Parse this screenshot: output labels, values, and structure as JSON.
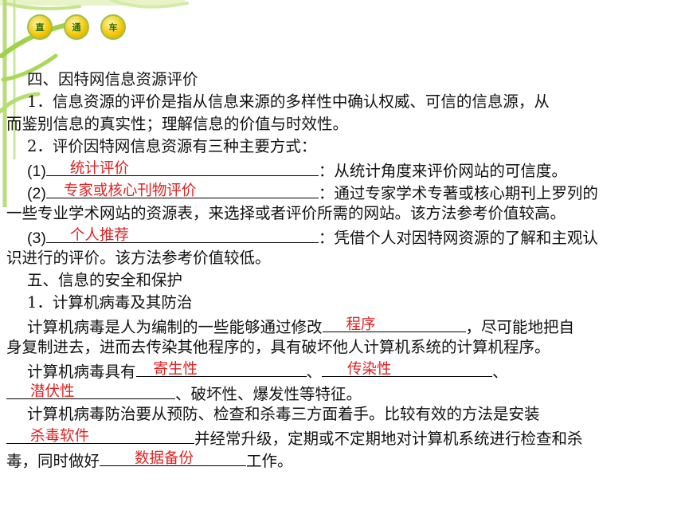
{
  "header_badges": [
    "直",
    "通",
    "车"
  ],
  "s4": {
    "title": "四、因特网信息资源评价",
    "p1a": "1．信息资源的评价是指从信息来源的多样性中确认权威、可信的信息源，从",
    "p1b": "而鉴别信息的真实性；理解信息的价值与时效性。",
    "p2": "2．评价因特网信息资源有三种主要方式：",
    "m1_num": "(1)",
    "m1_answer": "统计评价",
    "m1_text": "：从统计角度来评价网站的可信度。",
    "m2_num": "(2)",
    "m2_answer": "专家或核心刊物评价",
    "m2_text": "：通过专家学术专著或核心期刊上罗列的",
    "m2_cont": "一些专业学术网站的资源表，来选择或者评价所需的网站。该方法参考价值较高。",
    "m3_num": "(3)",
    "m3_answer": "个人推荐",
    "m3_text": "：凭借个人对因特网资源的了解和主观认",
    "m3_cont": "识进行的评价。该方法参考价值较低。"
  },
  "s5": {
    "title": "五、信息的安全和保护",
    "sub1": "1．计算机病毒及其防治",
    "v1a_pre": "计算机病毒是人为编制的一些能够通过修改",
    "v1a_answer": "程序",
    "v1a_post": "，尽可能地把自",
    "v1b": "身复制进去，进而去传染其他程序的，具有破坏他人计算机系统的计算机程序。",
    "v2_pre": "计算机病毒具有",
    "v2_answer1": "寄生性",
    "v2_sep": "、",
    "v2_answer2": "传染性",
    "v2_end": "、",
    "v3_answer": "潜伏性",
    "v3_post": "、破坏性、爆发性等特征。",
    "v4": "计算机病毒防治要从预防、检查和杀毒三方面着手。比较有效的方法是安装",
    "v5_answer": "杀毒软件",
    "v5_post": "并经常升级，定期或不定期地对计算机系统进行检查和杀",
    "v6_pre": "毒，同时做好",
    "v6_answer": "数据备份",
    "v6_post": "工作。"
  },
  "colors": {
    "answer": "#e02020",
    "bamboo": "#8cc63f",
    "badge": "#f2c400"
  }
}
